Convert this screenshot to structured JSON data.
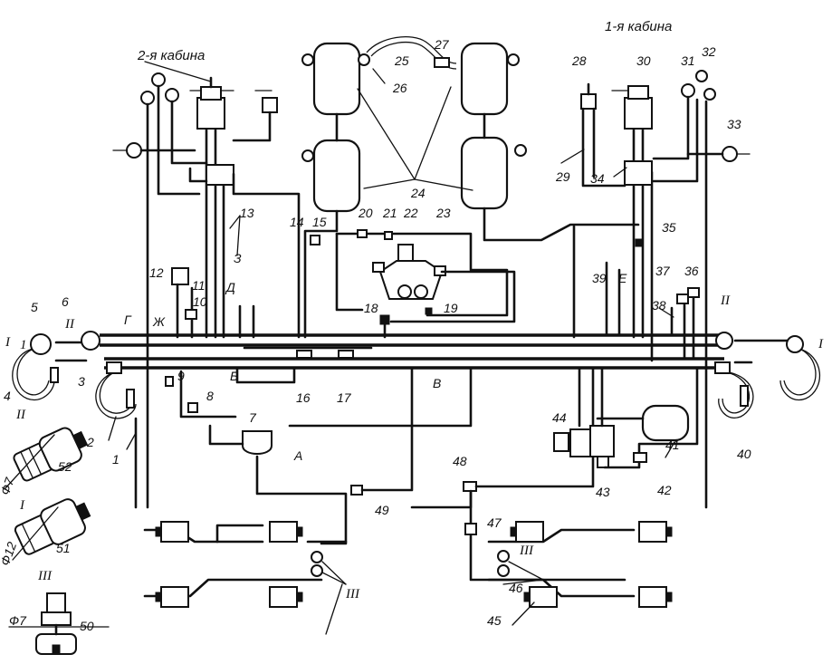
{
  "cabins": {
    "second": "2-я кабина",
    "first": "1-я кабина"
  },
  "labels": [
    {
      "id": "n1l",
      "text": "1"
    },
    {
      "id": "n1",
      "text": "1"
    },
    {
      "id": "n2",
      "text": "2"
    },
    {
      "id": "n3",
      "text": "3"
    },
    {
      "id": "n4",
      "text": "4"
    },
    {
      "id": "n5",
      "text": "5"
    },
    {
      "id": "n6",
      "text": "6"
    },
    {
      "id": "n7",
      "text": "7"
    },
    {
      "id": "n8",
      "text": "8"
    },
    {
      "id": "n9",
      "text": "9"
    },
    {
      "id": "n10",
      "text": "10"
    },
    {
      "id": "n11",
      "text": "11"
    },
    {
      "id": "n12",
      "text": "12"
    },
    {
      "id": "n13",
      "text": "13"
    },
    {
      "id": "n14",
      "text": "14"
    },
    {
      "id": "n15",
      "text": "15"
    },
    {
      "id": "n16",
      "text": "16"
    },
    {
      "id": "n17",
      "text": "17"
    },
    {
      "id": "n18",
      "text": "18"
    },
    {
      "id": "n19",
      "text": "19"
    },
    {
      "id": "n20",
      "text": "20"
    },
    {
      "id": "n21",
      "text": "21"
    },
    {
      "id": "n22",
      "text": "22"
    },
    {
      "id": "n23",
      "text": "23"
    },
    {
      "id": "n24",
      "text": "24"
    },
    {
      "id": "n25",
      "text": "25"
    },
    {
      "id": "n26",
      "text": "26"
    },
    {
      "id": "n27",
      "text": "27"
    },
    {
      "id": "n28",
      "text": "28"
    },
    {
      "id": "n29",
      "text": "29"
    },
    {
      "id": "n30",
      "text": "30"
    },
    {
      "id": "n31",
      "text": "31"
    },
    {
      "id": "n32",
      "text": "32"
    },
    {
      "id": "n33",
      "text": "33"
    },
    {
      "id": "n34",
      "text": "34"
    },
    {
      "id": "n35",
      "text": "35"
    },
    {
      "id": "n36",
      "text": "36"
    },
    {
      "id": "n37",
      "text": "37"
    },
    {
      "id": "n38",
      "text": "38"
    },
    {
      "id": "n39",
      "text": "39"
    },
    {
      "id": "n40",
      "text": "40"
    },
    {
      "id": "n41",
      "text": "41"
    },
    {
      "id": "n42",
      "text": "42"
    },
    {
      "id": "n43",
      "text": "43"
    },
    {
      "id": "n44",
      "text": "44"
    },
    {
      "id": "n45",
      "text": "45"
    },
    {
      "id": "n46",
      "text": "46"
    },
    {
      "id": "n47",
      "text": "47"
    },
    {
      "id": "n48",
      "text": "48"
    },
    {
      "id": "n49",
      "text": "49"
    },
    {
      "id": "n50",
      "text": "50"
    },
    {
      "id": "n51",
      "text": "51"
    },
    {
      "id": "n52",
      "text": "52"
    },
    {
      "id": "lA",
      "text": "А"
    },
    {
      "id": "lB",
      "text": "Б"
    },
    {
      "id": "lV",
      "text": "В"
    },
    {
      "id": "lG",
      "text": "Г"
    },
    {
      "id": "lD",
      "text": "Д"
    },
    {
      "id": "lE",
      "text": "Е"
    },
    {
      "id": "lZh",
      "text": "Ж"
    },
    {
      "id": "lZ",
      "text": "З"
    },
    {
      "id": "rI_l",
      "text": "I"
    },
    {
      "id": "rII_l",
      "text": "II"
    },
    {
      "id": "rI_r",
      "text": "I"
    },
    {
      "id": "rII_r",
      "text": "II"
    },
    {
      "id": "rIII_l",
      "text": "III"
    },
    {
      "id": "rIII_r",
      "text": "III"
    },
    {
      "id": "dII",
      "text": "II"
    },
    {
      "id": "dI",
      "text": "I"
    },
    {
      "id": "dIII",
      "text": "III"
    },
    {
      "id": "phi7a",
      "text": "Ф7"
    },
    {
      "id": "phi12",
      "text": "Ф12"
    },
    {
      "id": "phi7b",
      "text": "Ф7"
    }
  ]
}
